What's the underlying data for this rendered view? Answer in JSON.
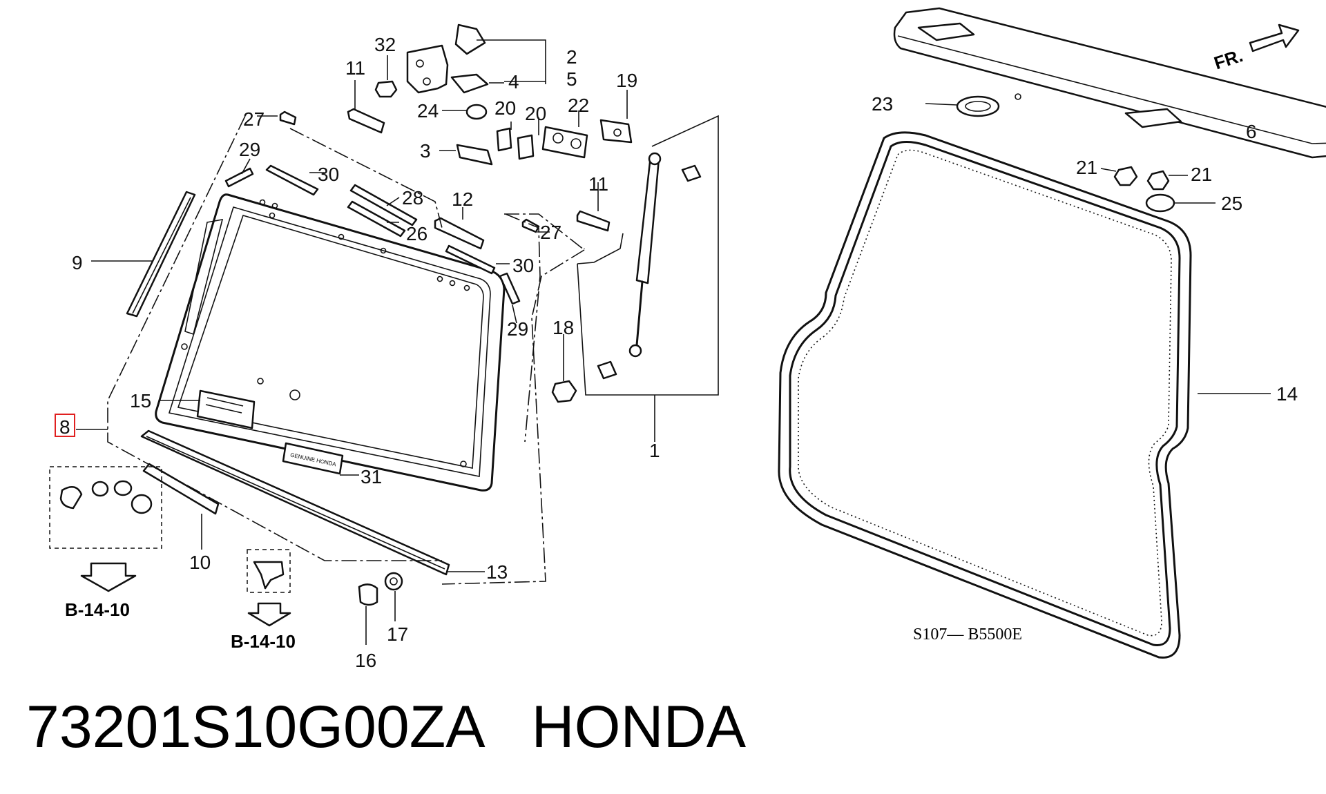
{
  "title": "73201S10G00ZA   HONDA",
  "diagram_code": "S107— B5500E",
  "direction_label": "FR.",
  "reference_labels": [
    "B-14-10",
    "B-14-10"
  ],
  "highlighted_part": "8",
  "highlight_color": "#e02020",
  "callouts": {
    "c1": "1",
    "c2": "2",
    "c3": "3",
    "c4": "4",
    "c5": "5",
    "c6": "6",
    "c8": "8",
    "c9": "9",
    "c10": "10",
    "c11a": "11",
    "c11b": "11",
    "c12": "12",
    "c13": "13",
    "c14": "14",
    "c15": "15",
    "c16": "16",
    "c17": "17",
    "c18": "18",
    "c19": "19",
    "c20a": "20",
    "c20b": "20",
    "c21a": "21",
    "c21b": "21",
    "c22": "22",
    "c23": "23",
    "c24": "24",
    "c25": "25",
    "c26": "26",
    "c27a": "27",
    "c27b": "27",
    "c28": "28",
    "c29a": "29",
    "c29b": "29",
    "c30a": "30",
    "c30b": "30",
    "c31": "31",
    "c32": "32"
  },
  "badge_text": "GENUINE HONDA"
}
